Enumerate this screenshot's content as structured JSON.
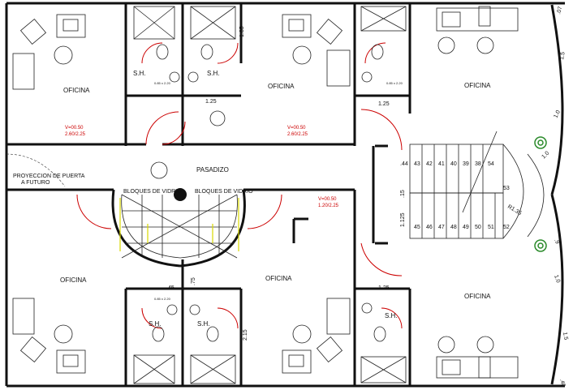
{
  "rooms": {
    "office_tl": "OFICINA",
    "office_tm": "OFICINA",
    "office_tr": "OFICINA",
    "office_bl": "OFICINA",
    "office_bm": "OFICINA",
    "office_br": "OFICINA",
    "sh_1": "S.H.",
    "sh_2": "S.H.",
    "sh_3": "S.H.",
    "sh_4": "S.H.",
    "sh_5": "S.H.",
    "corridor": "PASADIZO"
  },
  "notes": {
    "future_door_line1": "PROYECCION DE PUERTA",
    "future_door_line2": "A FUTURO",
    "glass_blocks_left": "BLOQUES DE VIDRIO",
    "glass_blocks_right": "BLOQUES DE VIDRIO"
  },
  "dimensions": {
    "d_135": "1.35",
    "d_125_top": "1.25",
    "d_125_right": "1.25",
    "d_125_bottom": "1.25",
    "d_45": ".45",
    "d_75": ".75",
    "d_215": "2.15",
    "d_15": ".15",
    "d_1125": "1.125",
    "d_44": ".44",
    "d_r135": "R1.35"
  },
  "window_codes": {
    "w_tl_1": "V=00.50",
    "w_tl_2": "2.60/2.25",
    "w_tm_1": "V=00.50",
    "w_tm_2": "2.60/2.25",
    "w_mid_1": "V=00.50",
    "w_mid_2": "1.20/2.25",
    "small_1": "0.85 x 2.20",
    "small_2": "0.85 x 2.20",
    "small_3": "0.85 x 2.20"
  },
  "stairs": {
    "upper": [
      "43",
      "42",
      "41",
      "40",
      "39",
      "38",
      "54"
    ],
    "lower": [
      "45",
      "46",
      "47",
      "48",
      "49",
      "50",
      "51",
      "52"
    ],
    "landing": "53"
  },
  "right_dims": [
    ".07",
    "1.5",
    "1.0",
    "1.0",
    ".9",
    "1.0",
    "1.5",
    ".40"
  ],
  "colors": {
    "walls": "#111111",
    "doors": "#cc0000",
    "glass_blocks": "#d8d800",
    "columns": "#2a8a2a"
  }
}
